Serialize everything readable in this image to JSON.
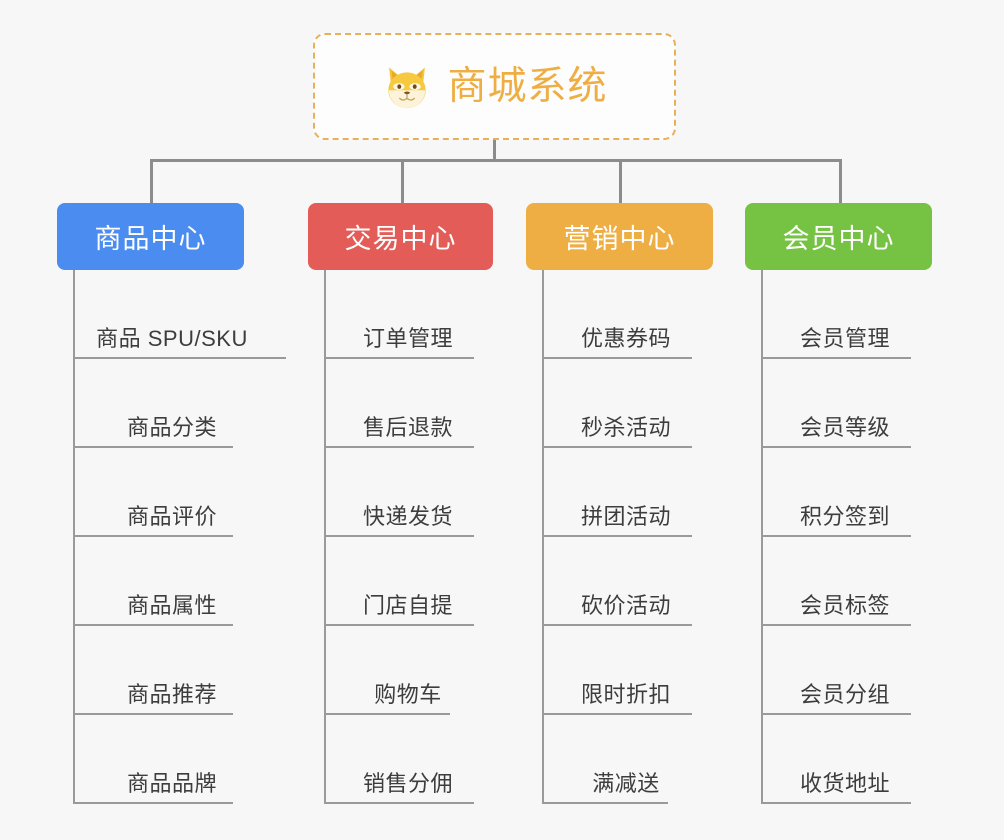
{
  "diagram": {
    "title": "商城系统",
    "root": {
      "label": "商城系统",
      "icon": "shiba-dog-icon",
      "border_color": "#e8b159",
      "text_color": "#eeae43",
      "background": "#fdfdfd"
    },
    "background_color": "#f7f7f7",
    "connector_color": "#8c8c8c",
    "branches": [
      {
        "label": "商品中心",
        "color": "#4a8cf0",
        "items": [
          "商品 SPU/SKU",
          "商品分类",
          "商品评价",
          "商品属性",
          "商品推荐",
          "商品品牌"
        ]
      },
      {
        "label": "交易中心",
        "color": "#e45c58",
        "items": [
          "订单管理",
          "售后退款",
          "快递发货",
          "门店自提",
          "购物车",
          "销售分佣"
        ]
      },
      {
        "label": "营销中心",
        "color": "#eeae43",
        "items": [
          "优惠券码",
          "秒杀活动",
          "拼团活动",
          "砍价活动",
          "限时折扣",
          "满减送"
        ]
      },
      {
        "label": "会员中心",
        "color": "#76c344",
        "items": [
          "会员管理",
          "会员等级",
          "积分签到",
          "会员标签",
          "会员分组",
          "收货地址"
        ]
      }
    ]
  }
}
